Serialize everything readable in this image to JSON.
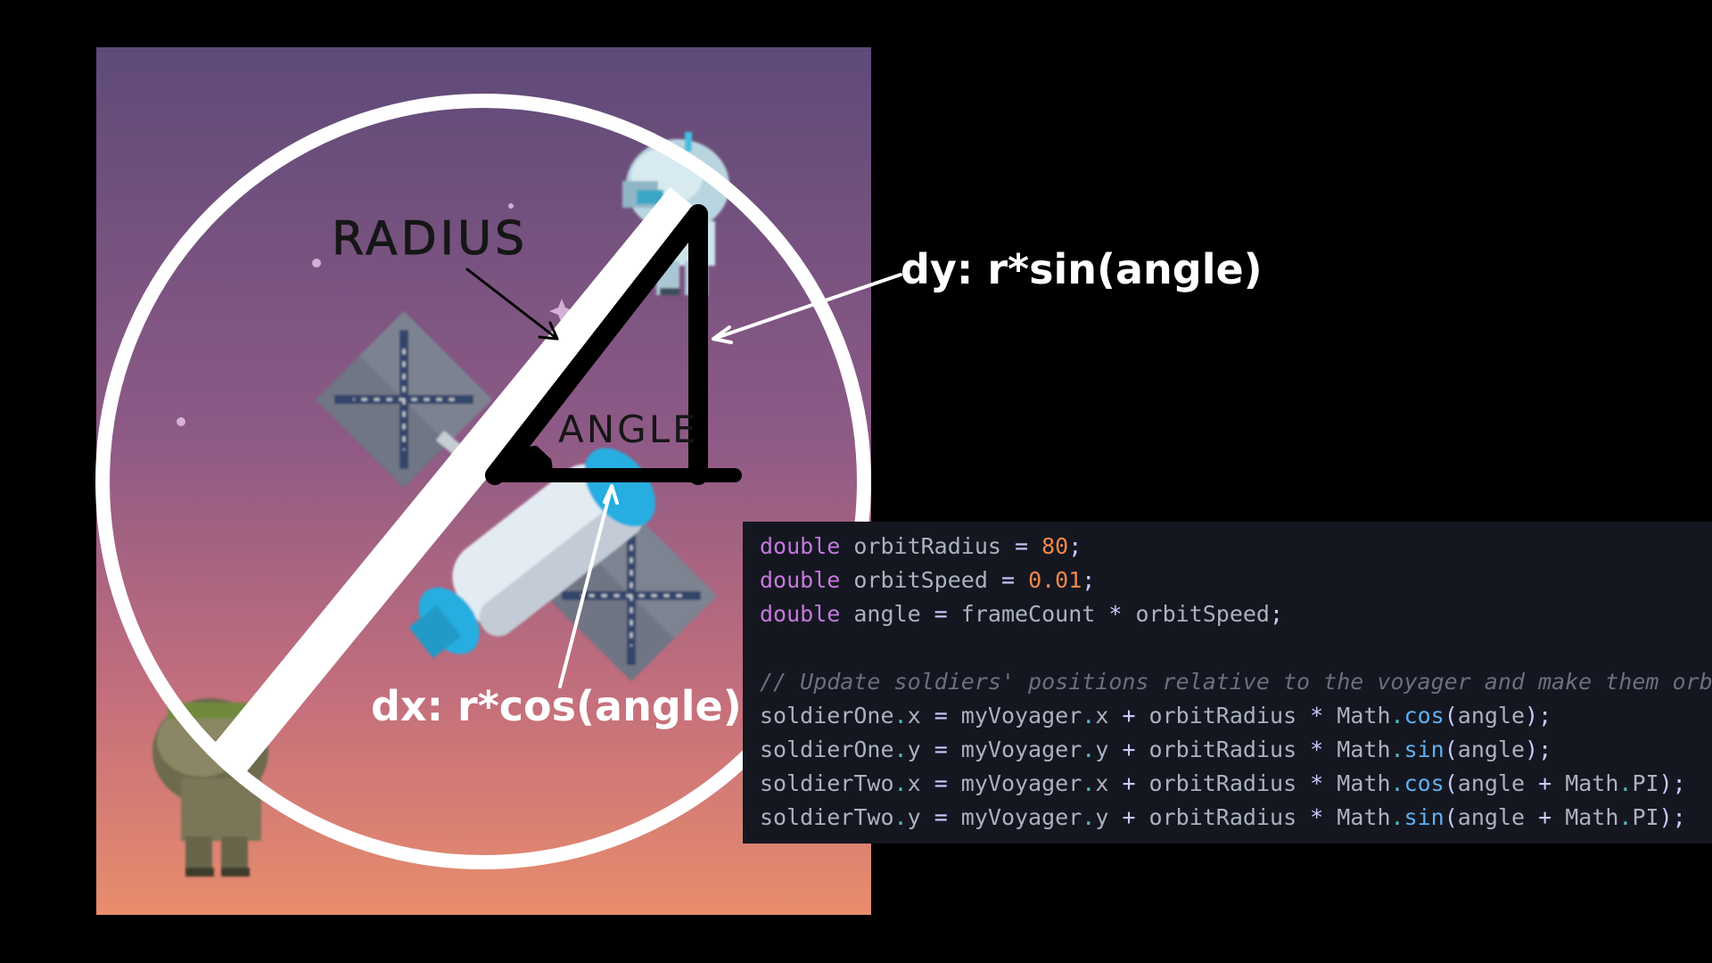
{
  "labels": {
    "radius": "RADIUS",
    "angle": "ANGLE",
    "dy": "dy: r*sin(angle)",
    "dx": "dx: r*cos(angle)"
  },
  "code": {
    "lines": [
      "double orbitRadius = 80;",
      "double orbitSpeed = 0.01;",
      "double angle = frameCount * orbitSpeed;",
      "",
      "// Update soldiers' positions relative to the voyager and make them orb",
      "soldierOne.x = myVoyager.x + orbitRadius * Math.cos(angle);",
      "soldierOne.y = myVoyager.y + orbitRadius * Math.sin(angle);",
      "soldierTwo.x = myVoyager.x + orbitRadius * Math.cos(angle + Math.PI);",
      "soldierTwo.y = myVoyager.y + orbitRadius * Math.sin(angle + Math.PI);"
    ]
  },
  "colors": {
    "sky_top": "#5e4a78",
    "sky_mid": "#9a5f86",
    "sky_bottom": "#e58a6a",
    "code_bg": "#141720",
    "keyword": "#c678dd",
    "number": "#f0884a",
    "function": "#61afef",
    "comment": "#6a7080"
  },
  "sprites": [
    "ice-soldier",
    "rock-soldier",
    "voyager-satellite"
  ]
}
